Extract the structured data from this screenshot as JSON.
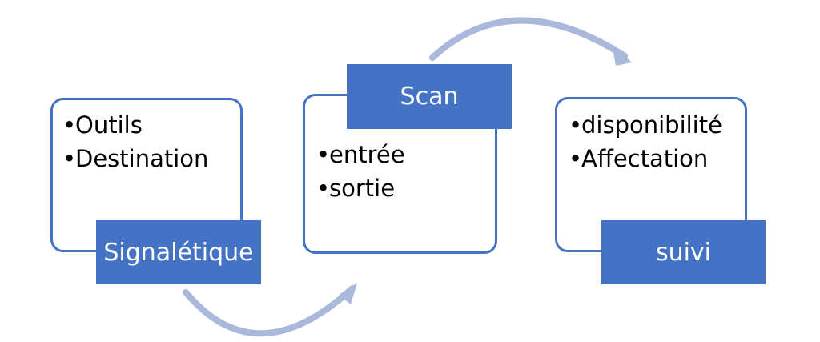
{
  "colors": {
    "accent": "#4472c4",
    "arrow": "#aab8dc",
    "text": "#000000",
    "label_text": "#ffffff",
    "background": "#ffffff"
  },
  "steps": [
    {
      "label": "Signalétique",
      "bullets": [
        "Outils",
        "Destination"
      ]
    },
    {
      "label": "Scan",
      "bullets": [
        "entrée",
        "sortie"
      ]
    },
    {
      "label": "suivi",
      "bullets": [
        "disponibilité",
        "Affectation"
      ]
    }
  ],
  "bullet_char": "•"
}
